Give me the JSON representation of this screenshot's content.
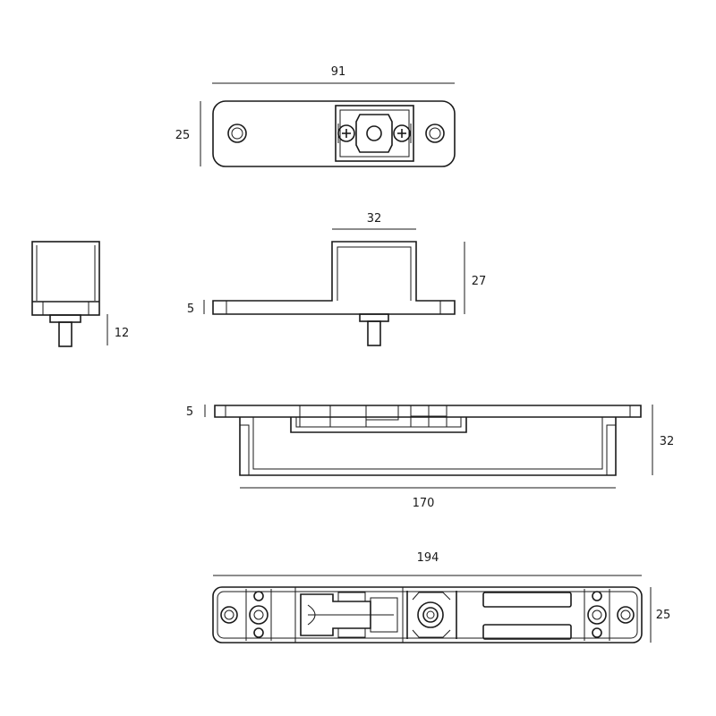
{
  "dimensions": {
    "top_view_length": "91",
    "top_view_height": "25",
    "side_view_width": "32",
    "side_view_height": "27",
    "side_view_plate": "5",
    "end_view_pin": "12",
    "long_view_plate": "5",
    "long_view_height": "32",
    "long_view_length": "170",
    "bottom_view_length": "194",
    "bottom_view_height": "25"
  }
}
